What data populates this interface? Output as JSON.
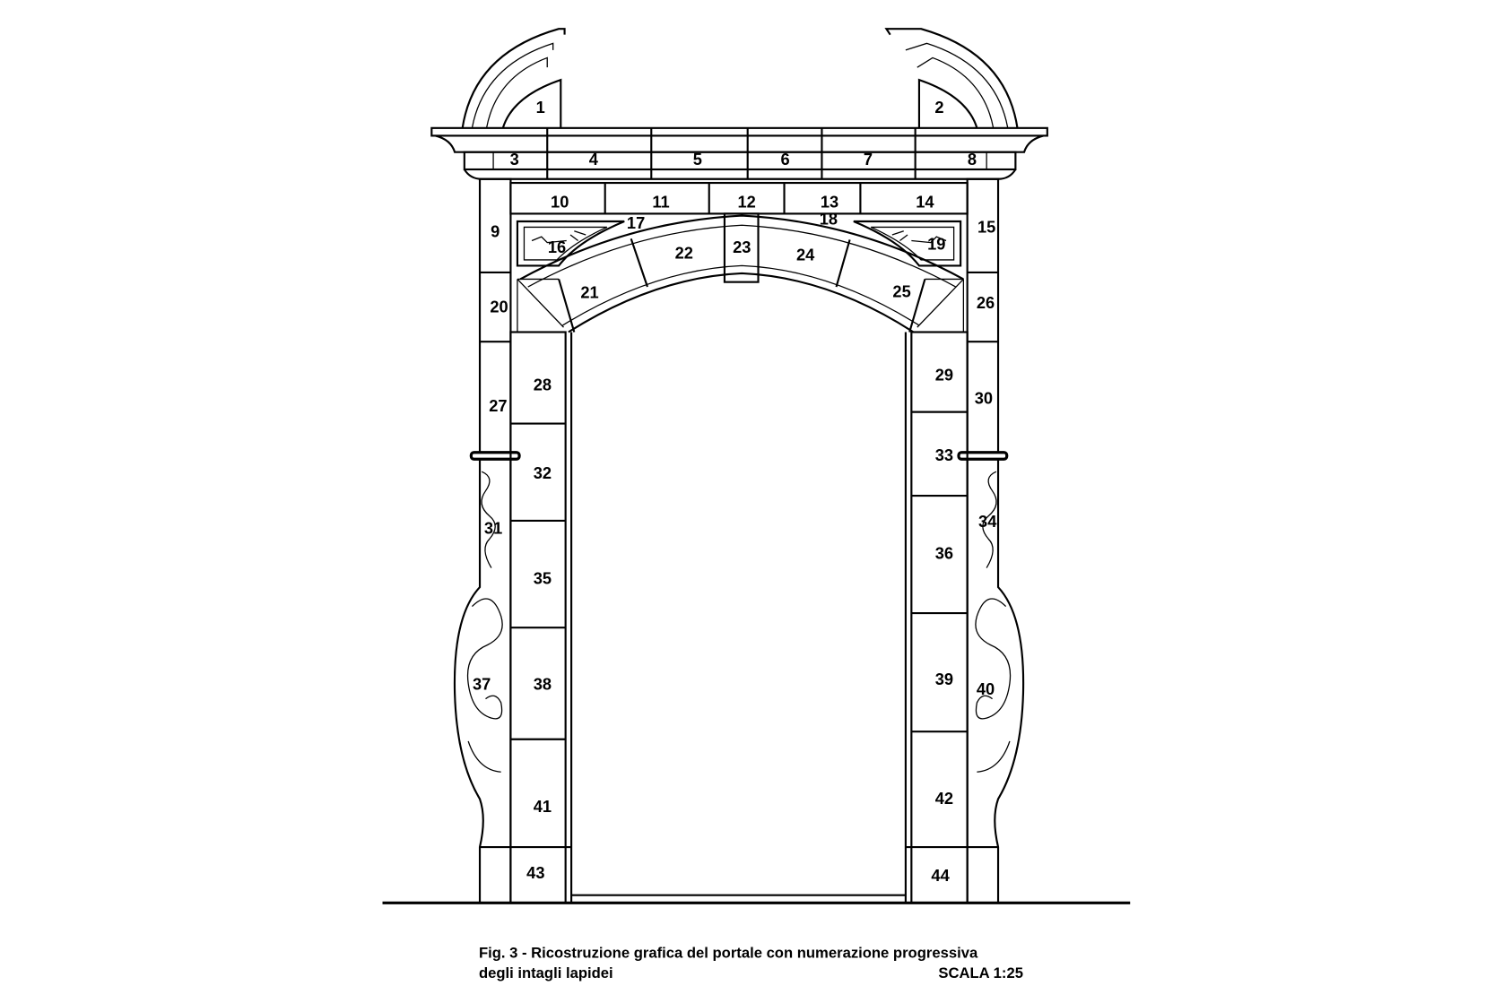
{
  "figure": {
    "caption_line1": "Fig. 3 - Ricostruzione grafica del portale con numerazione progressiva",
    "caption_line2": "degli intagli lapidei",
    "scale": "SCALA 1:25"
  },
  "block_numbers": [
    "1",
    "2",
    "3",
    "4",
    "5",
    "6",
    "7",
    "8",
    "9",
    "10",
    "11",
    "12",
    "13",
    "14",
    "15",
    "16",
    "17",
    "18",
    "19",
    "20",
    "21",
    "22",
    "23",
    "24",
    "25",
    "26",
    "27",
    "28",
    "29",
    "30",
    "31",
    "32",
    "33",
    "34",
    "35",
    "36",
    "37",
    "38",
    "39",
    "40",
    "41",
    "42",
    "43",
    "44"
  ],
  "colors": {
    "ink": "#000000",
    "paper": "#ffffff"
  }
}
